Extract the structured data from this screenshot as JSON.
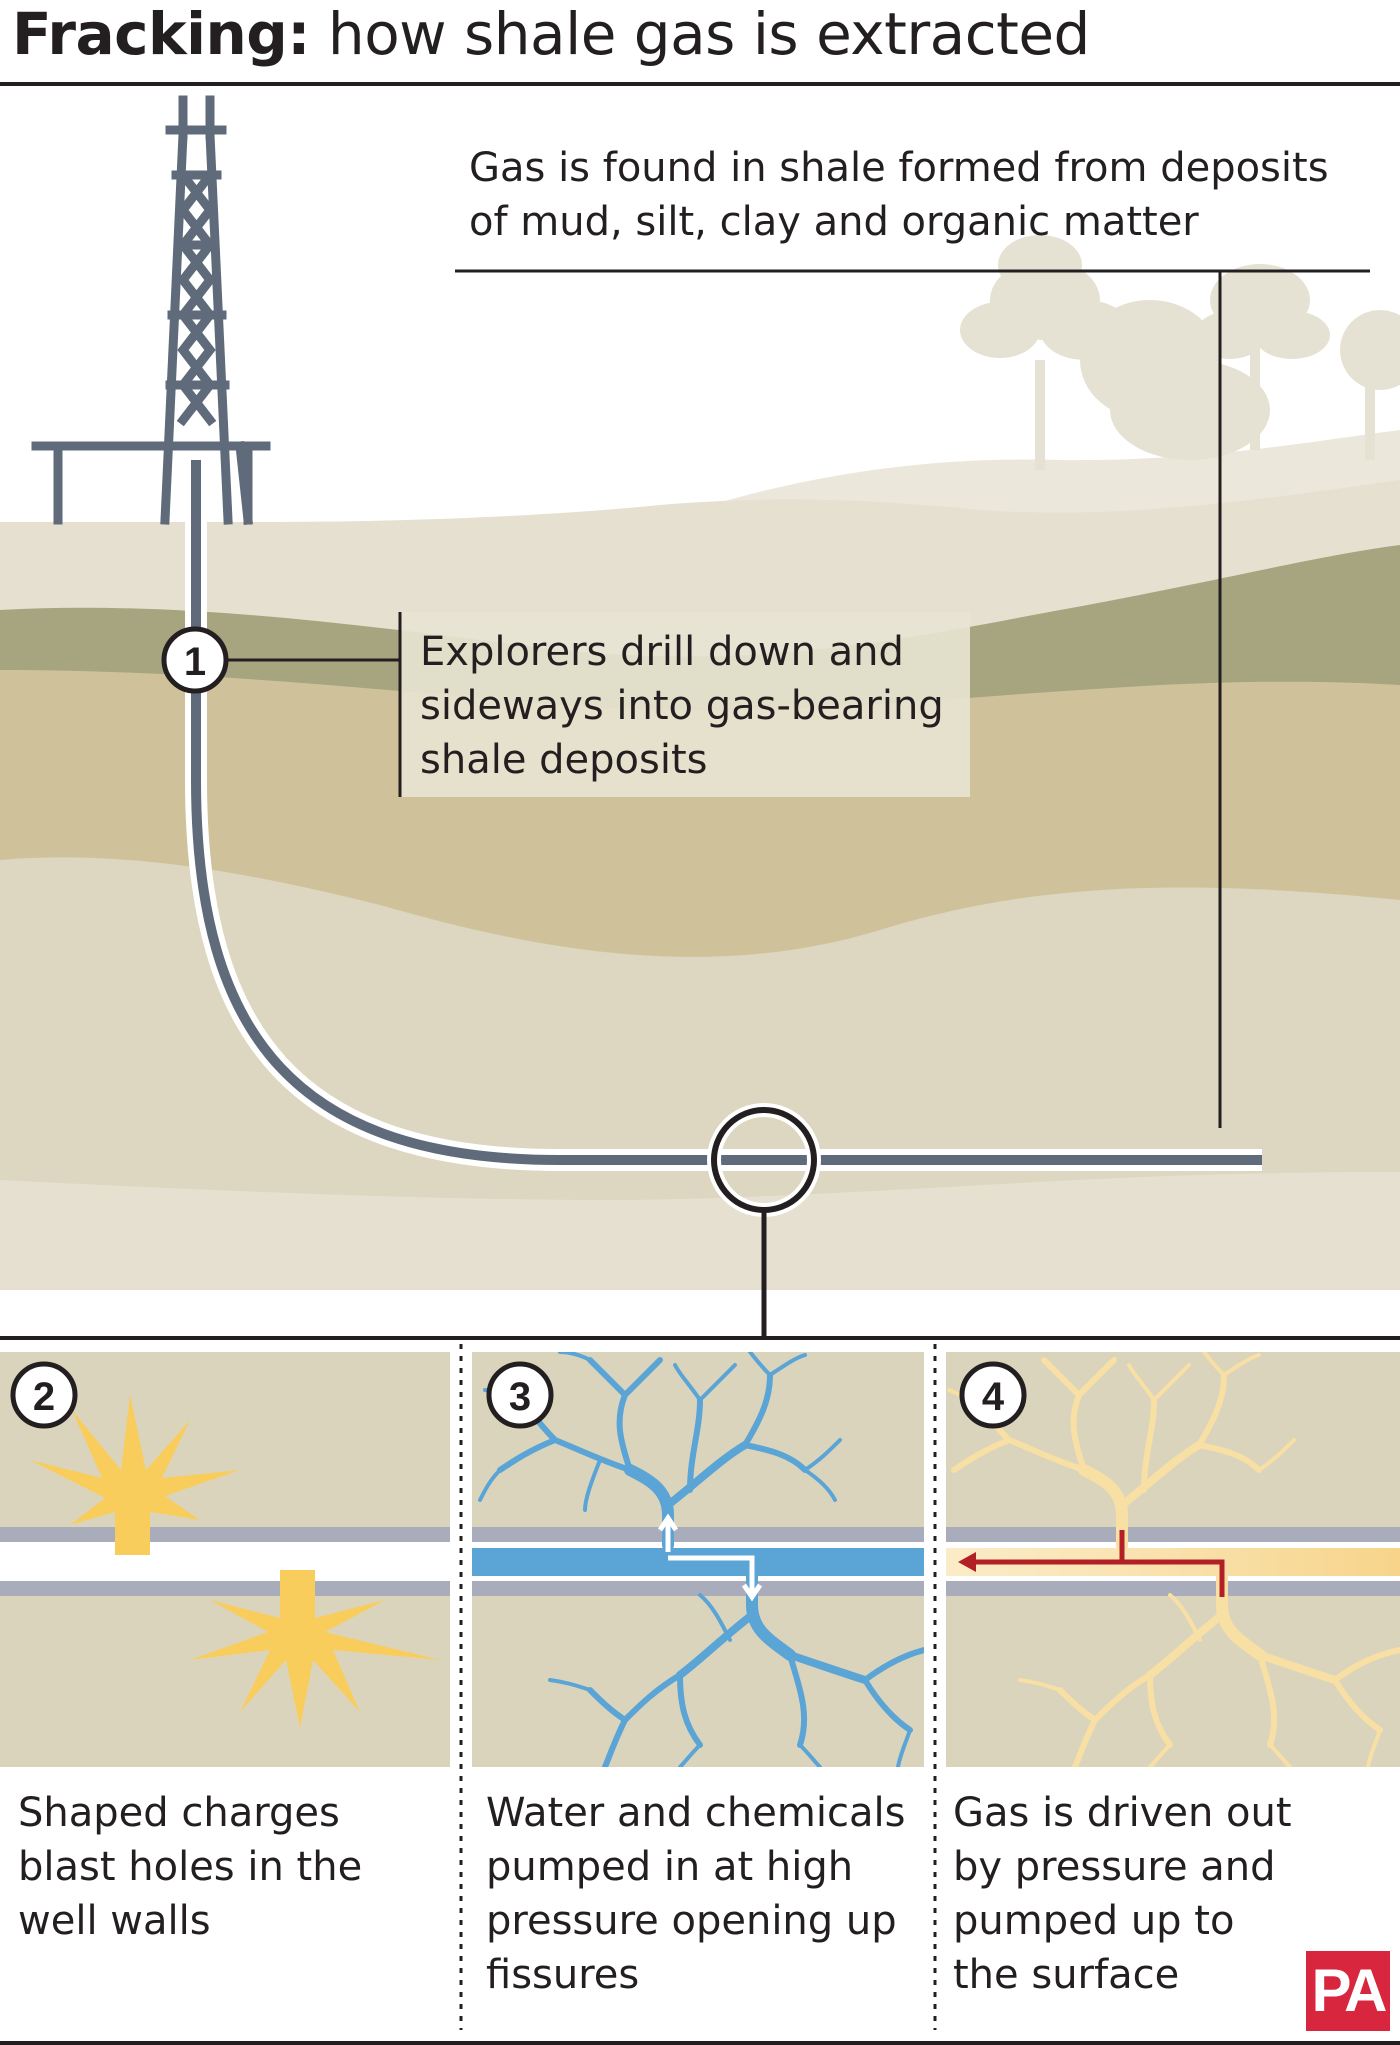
{
  "title": {
    "bold": "Fracking:",
    "rest": " how shale gas is extracted"
  },
  "annotations": {
    "shale_note": "Gas is found in shale formed from deposits\nof mud, silt, clay and organic matter",
    "step1": "Explorers drill down and\nsideways into gas-bearing\nshale deposits"
  },
  "steps": [
    {
      "number": "1"
    },
    {
      "number": "2",
      "caption": "Shaped charges\nblast holes in the\nwell walls"
    },
    {
      "number": "3",
      "caption": "Water and chemicals\npumped in at high\npressure opening up\nfissures"
    },
    {
      "number": "4",
      "caption": "Gas is driven out\nby pressure and\npumped up to\nthe surface"
    }
  ],
  "logo": "PA",
  "colors": {
    "pipe": "#5f6b7a",
    "pipe_light": "#a9acbb",
    "charge": "#f9cd5b",
    "water": "#5aa5d6",
    "gas": "#f8dfa3",
    "arrow": "#b21f24",
    "panel_bg": "#dbd4bd",
    "layer_light": "#e5e0cf",
    "layer_green": "#a6a57f",
    "layer_tan": "#cfc29a",
    "layer_mid": "#ddd6c0"
  }
}
